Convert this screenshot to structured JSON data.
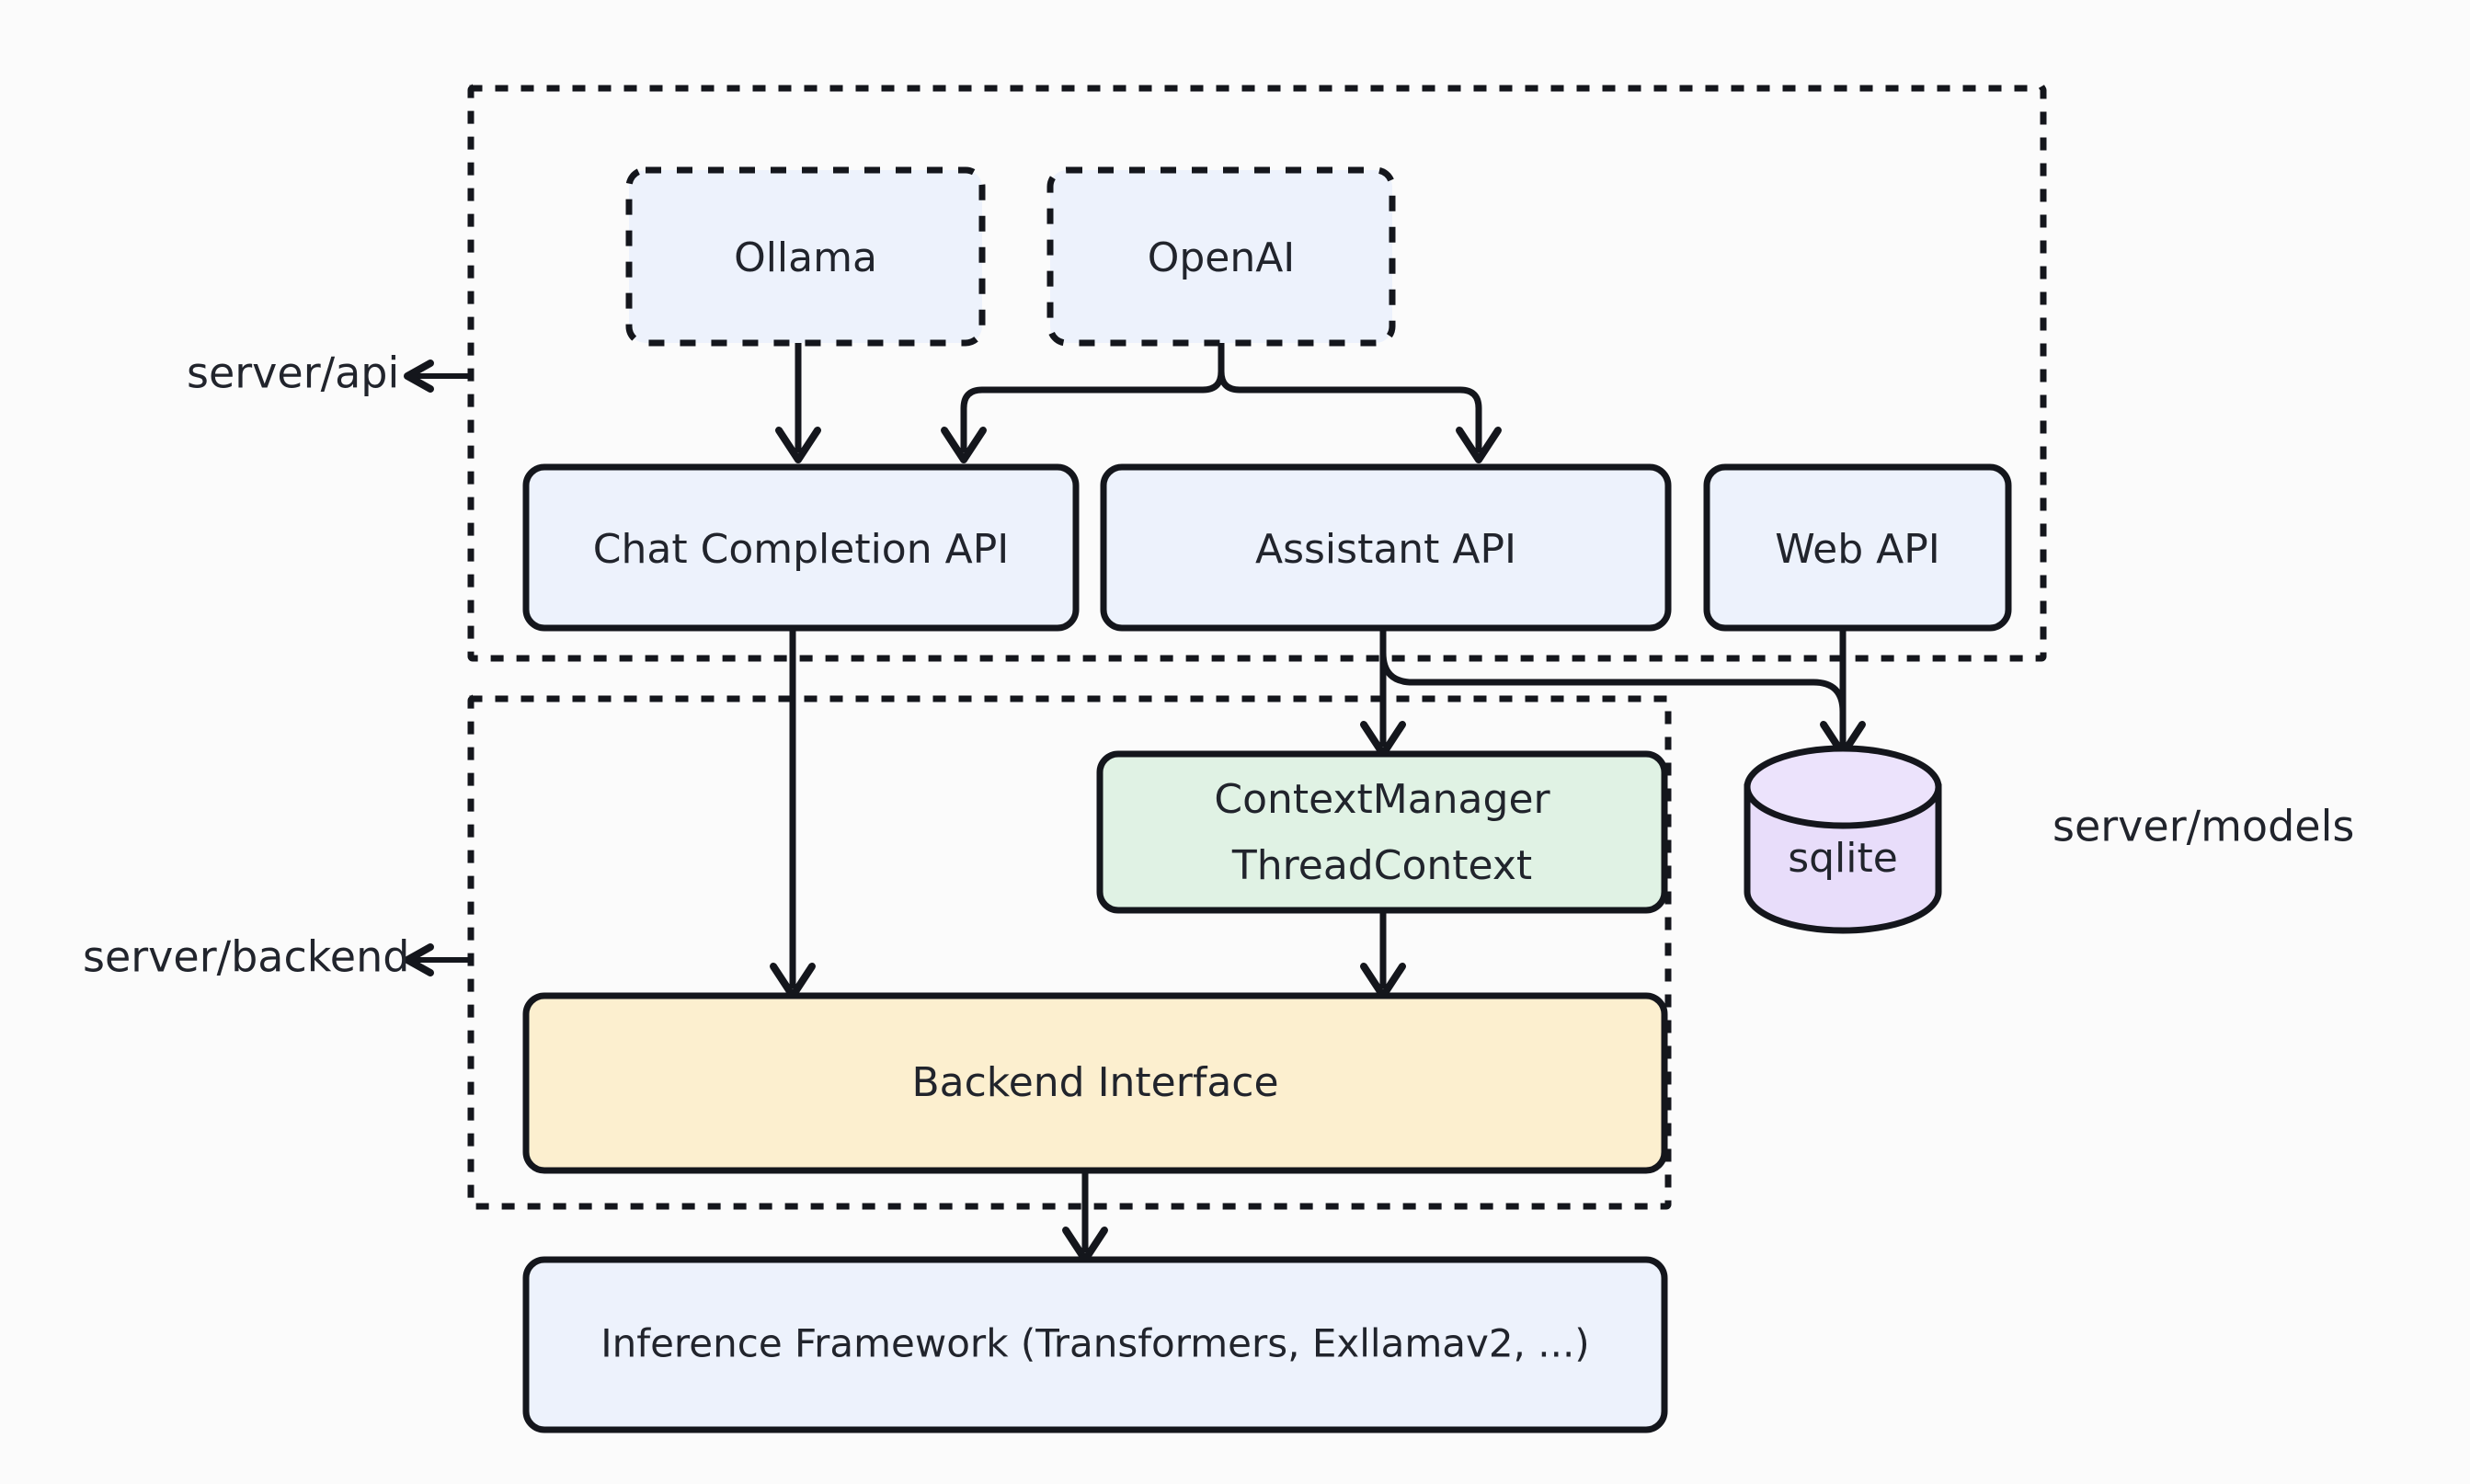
{
  "diagram": {
    "title": "Server architecture diagram",
    "background_color": "#fbfbfb",
    "groups": [
      {
        "id": "api",
        "label": "server/api",
        "label_pointer": "left-arrow"
      },
      {
        "id": "backend",
        "label": "server/backend",
        "label_pointer": "left-arrow"
      },
      {
        "id": "models",
        "label": "server/models",
        "label_pointer": "none"
      }
    ],
    "nodes": [
      {
        "id": "ollama",
        "label": "Ollama",
        "shape": "rounded-rect",
        "style": "dashed",
        "fill": "#edf2fc"
      },
      {
        "id": "openai",
        "label": "OpenAI",
        "shape": "rounded-rect",
        "style": "dashed",
        "fill": "#edf2fc"
      },
      {
        "id": "chat_completion_api",
        "label": "Chat Completion API",
        "shape": "rounded-rect",
        "style": "solid",
        "fill": "#edf2fc"
      },
      {
        "id": "assistant_api",
        "label": "Assistant API",
        "shape": "rounded-rect",
        "style": "solid",
        "fill": "#edf2fc"
      },
      {
        "id": "web_api",
        "label": "Web API",
        "shape": "rounded-rect",
        "style": "solid",
        "fill": "#edf2fc"
      },
      {
        "id": "context_manager",
        "label_line1": "ContextManager",
        "label_line2": "ThreadContext",
        "shape": "rounded-rect",
        "style": "solid",
        "fill": "#e0f2e4"
      },
      {
        "id": "sqlite",
        "label": "sqlite",
        "shape": "cylinder",
        "style": "solid",
        "fill": "#e8ddfa"
      },
      {
        "id": "backend_interface",
        "label": "Backend Interface",
        "shape": "rounded-rect",
        "style": "solid",
        "fill": "#fcefcf"
      },
      {
        "id": "inference_framework",
        "label": "Inference Framework (Transformers, Exllamav2, ...)",
        "shape": "rounded-rect",
        "style": "solid",
        "fill": "#edf2fc"
      }
    ],
    "edges": [
      {
        "from": "ollama",
        "to": "chat_completion_api",
        "arrow": true
      },
      {
        "from": "openai",
        "to": "chat_completion_api",
        "arrow": true
      },
      {
        "from": "openai",
        "to": "assistant_api",
        "arrow": true
      },
      {
        "from": "chat_completion_api",
        "to": "backend_interface",
        "arrow": true
      },
      {
        "from": "assistant_api",
        "to": "context_manager",
        "arrow": true
      },
      {
        "from": "assistant_api",
        "to": "sqlite",
        "arrow": true
      },
      {
        "from": "web_api",
        "to": "sqlite",
        "arrow": true
      },
      {
        "from": "context_manager",
        "to": "backend_interface",
        "arrow": true
      },
      {
        "from": "backend_interface",
        "to": "inference_framework",
        "arrow": true
      }
    ]
  }
}
